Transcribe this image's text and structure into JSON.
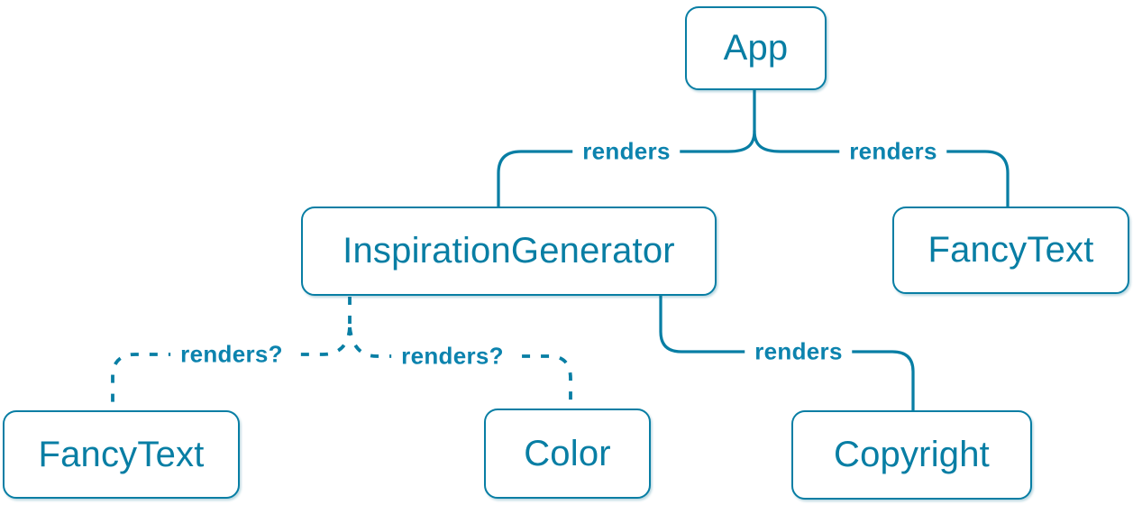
{
  "diagram": {
    "accent_color": "#087ea4",
    "background_color": "#ffffff",
    "nodes": {
      "app": {
        "label": "App"
      },
      "inspiration_generator": {
        "label": "InspirationGenerator"
      },
      "fancy_text_top": {
        "label": "FancyText"
      },
      "fancy_text_bottom": {
        "label": "FancyText"
      },
      "color": {
        "label": "Color"
      },
      "copyright": {
        "label": "Copyright"
      }
    },
    "edges": [
      {
        "from": "App",
        "to": "InspirationGenerator",
        "label": "renders",
        "style": "solid"
      },
      {
        "from": "App",
        "to": "FancyText",
        "label": "renders",
        "style": "solid"
      },
      {
        "from": "InspirationGenerator",
        "to": "FancyText",
        "label": "renders?",
        "style": "dashed"
      },
      {
        "from": "InspirationGenerator",
        "to": "Color",
        "label": "renders?",
        "style": "dashed"
      },
      {
        "from": "InspirationGenerator",
        "to": "Copyright",
        "label": "renders",
        "style": "solid"
      }
    ]
  }
}
